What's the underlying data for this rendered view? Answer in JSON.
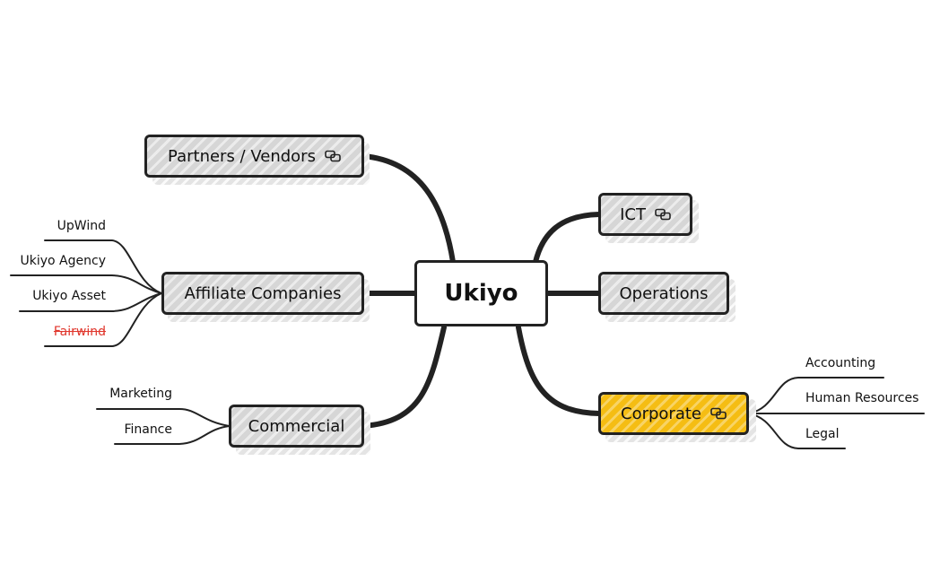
{
  "root": {
    "label": "Ukiyo"
  },
  "branches": {
    "partners": {
      "label": "Partners / Vendors",
      "link_icon": "link-icon"
    },
    "affiliates": {
      "label": "Affiliate Companies",
      "children": [
        {
          "label": "UpWind",
          "struck": false
        },
        {
          "label": "Ukiyo Agency",
          "struck": false
        },
        {
          "label": "Ukiyo Asset",
          "struck": false
        },
        {
          "label": "Fairwind",
          "struck": true,
          "color": "#e0362c"
        }
      ]
    },
    "commercial": {
      "label": "Commercial",
      "children": [
        {
          "label": "Marketing"
        },
        {
          "label": "Finance"
        }
      ]
    },
    "ict": {
      "label": "ICT",
      "link_icon": "link-icon"
    },
    "operations": {
      "label": "Operations"
    },
    "corporate": {
      "label": "Corporate",
      "link_icon": "link-icon",
      "highlight_color": "#f5bd13",
      "children": [
        {
          "label": "Accounting"
        },
        {
          "label": "Human Resources"
        },
        {
          "label": "Legal"
        }
      ]
    }
  }
}
